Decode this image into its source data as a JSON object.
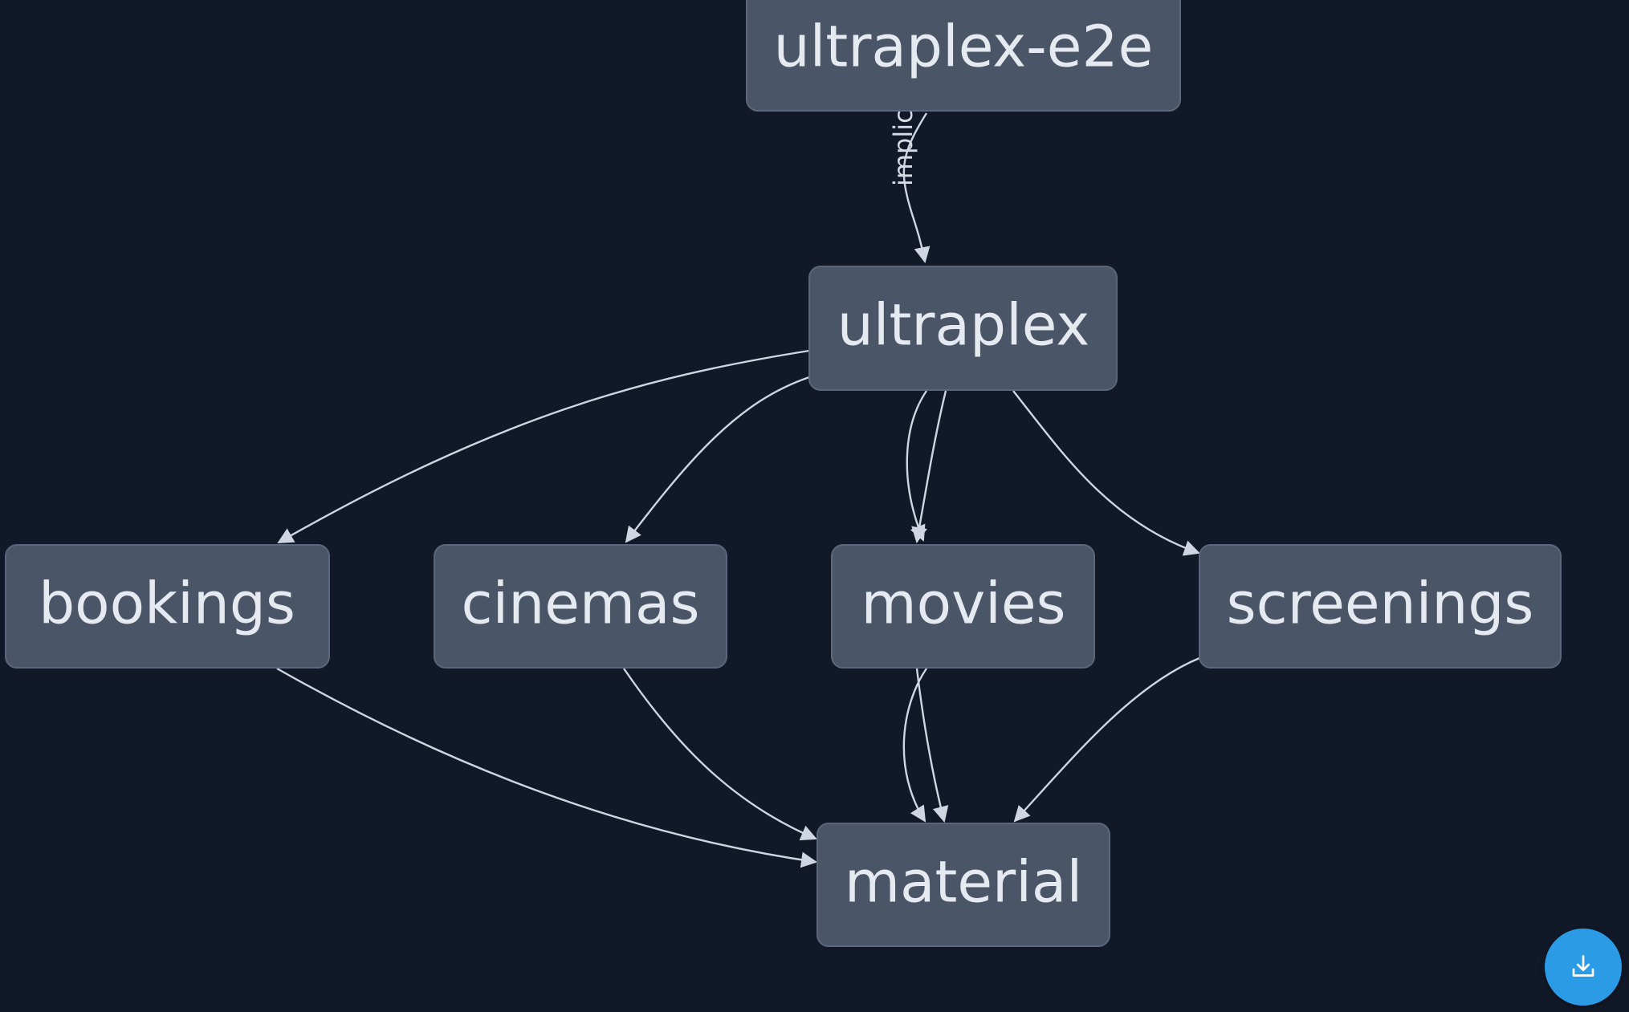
{
  "diagram": {
    "nodes": [
      {
        "id": "ultraplex-e2e",
        "label": "ultraplex-e2e"
      },
      {
        "id": "ultraplex",
        "label": "ultraplex"
      },
      {
        "id": "bookings",
        "label": "bookings"
      },
      {
        "id": "cinemas",
        "label": "cinemas"
      },
      {
        "id": "movies",
        "label": "movies"
      },
      {
        "id": "screenings",
        "label": "screenings"
      },
      {
        "id": "material",
        "label": "material"
      }
    ],
    "edges": [
      {
        "from": "ultraplex-e2e",
        "to": "ultraplex",
        "label": "implicit"
      },
      {
        "from": "ultraplex",
        "to": "bookings"
      },
      {
        "from": "ultraplex",
        "to": "cinemas"
      },
      {
        "from": "ultraplex",
        "to": "movies"
      },
      {
        "from": "ultraplex",
        "to": "movies"
      },
      {
        "from": "ultraplex",
        "to": "screenings"
      },
      {
        "from": "bookings",
        "to": "material"
      },
      {
        "from": "cinemas",
        "to": "material"
      },
      {
        "from": "movies",
        "to": "material"
      },
      {
        "from": "movies",
        "to": "material"
      },
      {
        "from": "screenings",
        "to": "material"
      }
    ]
  },
  "colors": {
    "background": "#111827",
    "node_fill": "#4b5568",
    "edge": "#cfd6e2",
    "download_button": "#2b9be6"
  },
  "controls": {
    "download_icon": "download-icon"
  }
}
